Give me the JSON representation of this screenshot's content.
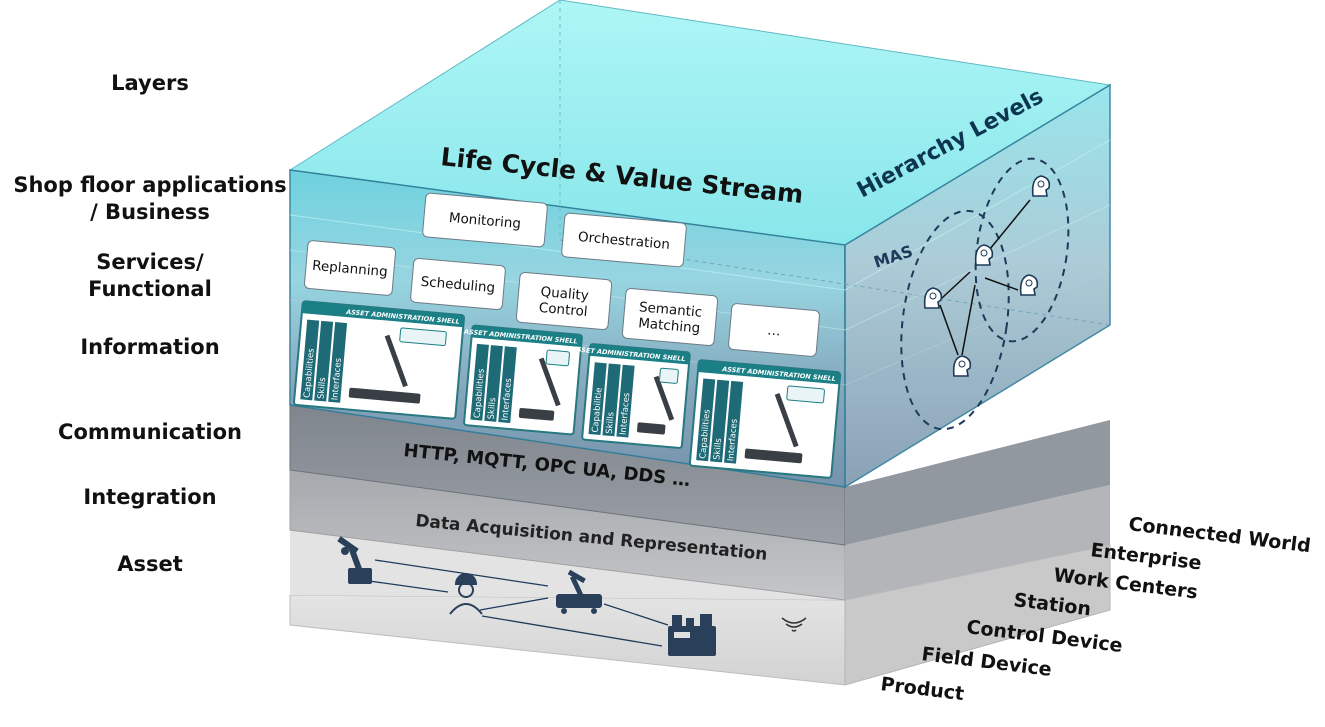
{
  "layers": {
    "heading": "Layers",
    "items": [
      "Shop floor applications\n/ Business",
      "Services/\nFunctional",
      "Information",
      "Communication",
      "Integration",
      "Asset"
    ]
  },
  "cube": {
    "top_title": "Life Cycle & Value Stream",
    "hierarchy_title": "Hierarchy Levels",
    "mas_label": "MAS",
    "communication_text": "HTTP, MQTT, OPC UA, DDS …",
    "integration_text": "Data Acquisition and Representation"
  },
  "services": {
    "row1": [
      "Monitoring",
      "Orchestration"
    ],
    "row2": [
      "Replanning",
      "Scheduling",
      "Quality\nControl",
      "Semantic\nMatching",
      "…"
    ]
  },
  "aas": {
    "header": "ASSET ADMINISTRATION SHELL",
    "shells": [
      {
        "columns": [
          "Capabilities",
          "Skills",
          "Interfaces"
        ]
      },
      {
        "columns": [
          "Capabilities",
          "Skills",
          "Interfaces"
        ]
      },
      {
        "columns": [
          "Capabilitie\ns",
          "Skills",
          "Interfaces"
        ]
      },
      {
        "columns": [
          "Capabilities",
          "Skills",
          "Interfaces"
        ]
      }
    ]
  },
  "hierarchy_levels": [
    "Connected World",
    "Enterprise",
    "Work Centers",
    "Station",
    "Control Device",
    "Field Device",
    "Product"
  ],
  "colors": {
    "teal": "#1b7f86",
    "cube_top": "#9ff2f3",
    "cube_front": "#5ec8d7",
    "slab_dark": "#8a8f94",
    "slab_light": "#dcdcdc",
    "navy": "#1e3a5a"
  }
}
